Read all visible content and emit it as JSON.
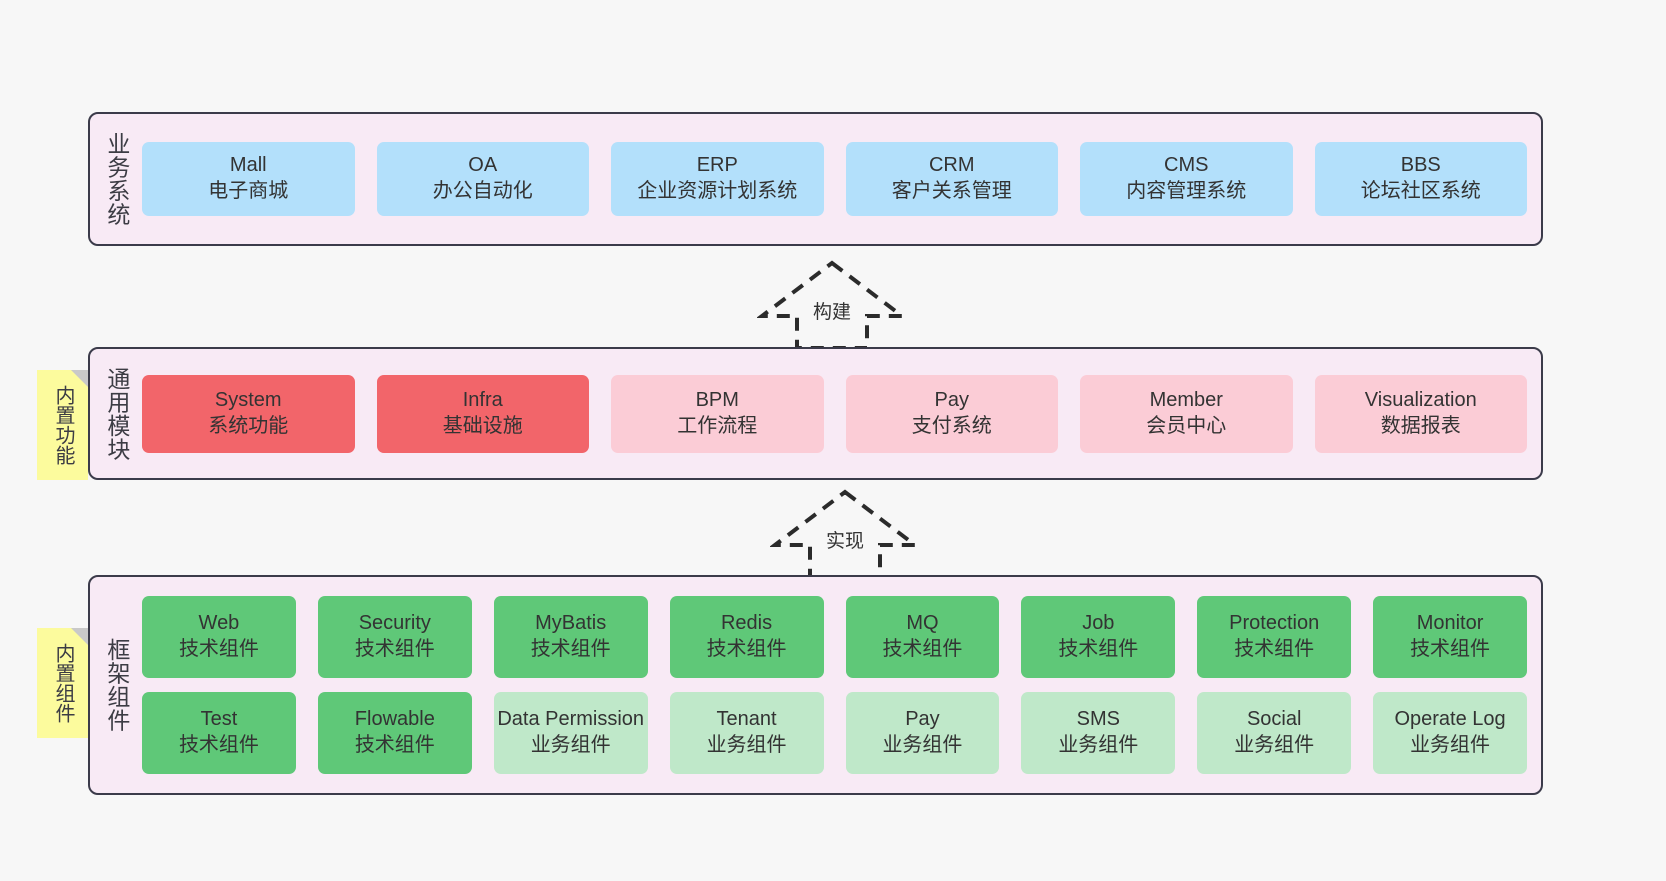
{
  "diagram": {
    "background": "#f7f7f7",
    "layer_fill": "#f8eaf5",
    "layer_border": "#3b3b4a",
    "note_fill": "#fcfb9d",
    "colors": {
      "business": "#b3e0fb",
      "core_module": "#f2656a",
      "module": "#fbccd6",
      "tech_component": "#5fc878",
      "biz_component": "#bfe8c9"
    }
  },
  "notes": [
    {
      "name": "built-in-function",
      "text": "内置功能"
    },
    {
      "name": "built-in-component",
      "text": "内置组件"
    }
  ],
  "arrows": [
    {
      "name": "build-arrow",
      "label": "构建"
    },
    {
      "name": "implement-arrow",
      "label": "实现"
    }
  ],
  "layers": [
    {
      "id": "business",
      "title": "业务系统",
      "rows": [
        [
          {
            "en": "Mall",
            "cn": "电子商城",
            "style": "blue"
          },
          {
            "en": "OA",
            "cn": "办公自动化",
            "style": "blue"
          },
          {
            "en": "ERP",
            "cn": "企业资源计划系统",
            "style": "blue"
          },
          {
            "en": "CRM",
            "cn": "客户关系管理",
            "style": "blue"
          },
          {
            "en": "CMS",
            "cn": "内容管理系统",
            "style": "blue"
          },
          {
            "en": "BBS",
            "cn": "论坛社区系统",
            "style": "blue"
          }
        ]
      ]
    },
    {
      "id": "common",
      "title": "通用模块",
      "rows": [
        [
          {
            "en": "System",
            "cn": "系统功能",
            "style": "red"
          },
          {
            "en": "Infra",
            "cn": "基础设施",
            "style": "red"
          },
          {
            "en": "BPM",
            "cn": "工作流程",
            "style": "pink"
          },
          {
            "en": "Pay",
            "cn": "支付系统",
            "style": "pink"
          },
          {
            "en": "Member",
            "cn": "会员中心",
            "style": "pink"
          },
          {
            "en": "Visualization",
            "cn": "数据报表",
            "style": "pink"
          }
        ]
      ]
    },
    {
      "id": "framework",
      "title": "框架组件",
      "rows": [
        [
          {
            "en": "Web",
            "cn": "技术组件",
            "style": "green"
          },
          {
            "en": "Security",
            "cn": "技术组件",
            "style": "green"
          },
          {
            "en": "MyBatis",
            "cn": "技术组件",
            "style": "green"
          },
          {
            "en": "Redis",
            "cn": "技术组件",
            "style": "green"
          },
          {
            "en": "MQ",
            "cn": "技术组件",
            "style": "green"
          },
          {
            "en": "Job",
            "cn": "技术组件",
            "style": "green"
          },
          {
            "en": "Protection",
            "cn": "技术组件",
            "style": "green"
          },
          {
            "en": "Monitor",
            "cn": "技术组件",
            "style": "green"
          }
        ],
        [
          {
            "en": "Test",
            "cn": "技术组件",
            "style": "green"
          },
          {
            "en": "Flowable",
            "cn": "技术组件",
            "style": "green"
          },
          {
            "en": "Data Permission",
            "cn": "业务组件",
            "style": "lightgreen"
          },
          {
            "en": "Tenant",
            "cn": "业务组件",
            "style": "lightgreen"
          },
          {
            "en": "Pay",
            "cn": "业务组件",
            "style": "lightgreen"
          },
          {
            "en": "SMS",
            "cn": "业务组件",
            "style": "lightgreen"
          },
          {
            "en": "Social",
            "cn": "业务组件",
            "style": "lightgreen"
          },
          {
            "en": "Operate Log",
            "cn": "业务组件",
            "style": "lightgreen"
          }
        ]
      ]
    }
  ]
}
